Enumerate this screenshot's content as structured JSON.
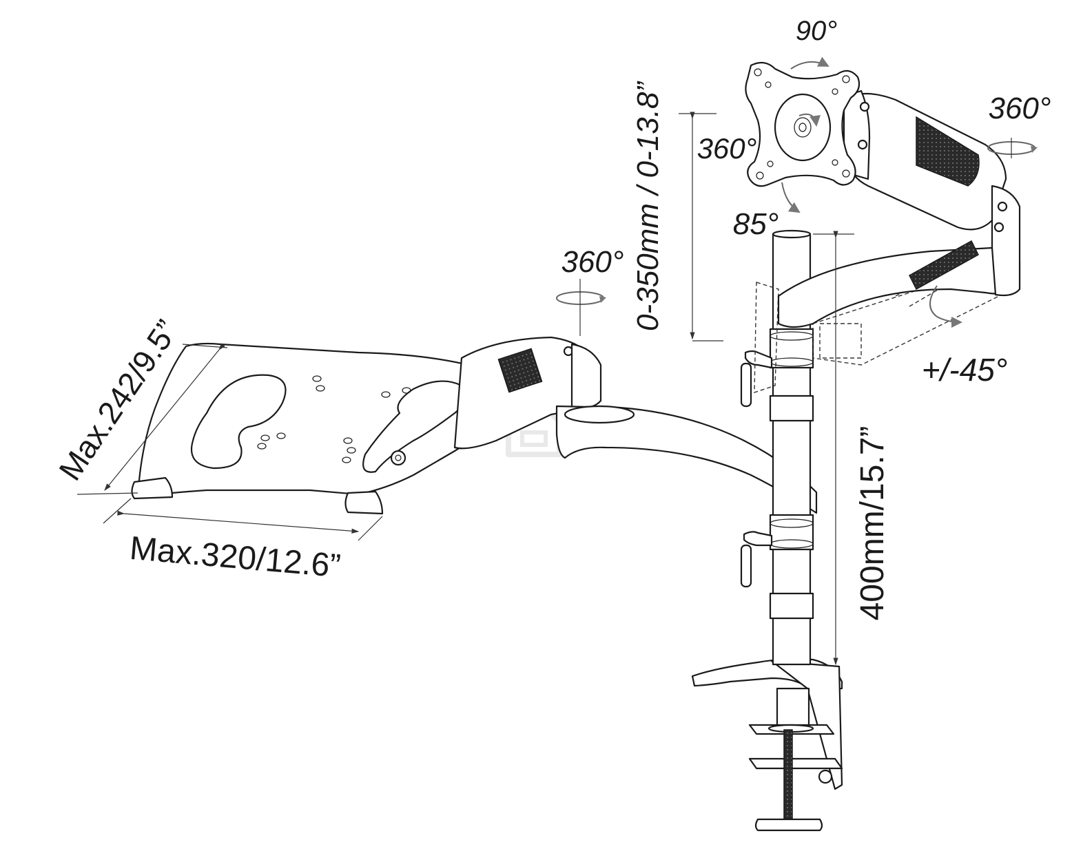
{
  "labels": {
    "tilt_90": "90°",
    "swivel_top_right": "360°",
    "rotate_plate": "360°",
    "tilt_85": "85°",
    "height_range": "0-350mm / 0-13.8”",
    "swivel_arm": "360°",
    "pan_45": "+/-45°",
    "pole_height": "400mm/15.7”",
    "tray_depth": "Max.242/9.5”",
    "tray_width": "Max.320/12.6”"
  },
  "colors": {
    "line": "#1a1a1a",
    "rotation_arrow": "#666666",
    "grip_fill": "#2a2a2a",
    "shade": "#e6e6e6"
  },
  "icons": {
    "rotation_arrow": "circular-arrow-icon",
    "watermark": "house-logo-icon"
  }
}
